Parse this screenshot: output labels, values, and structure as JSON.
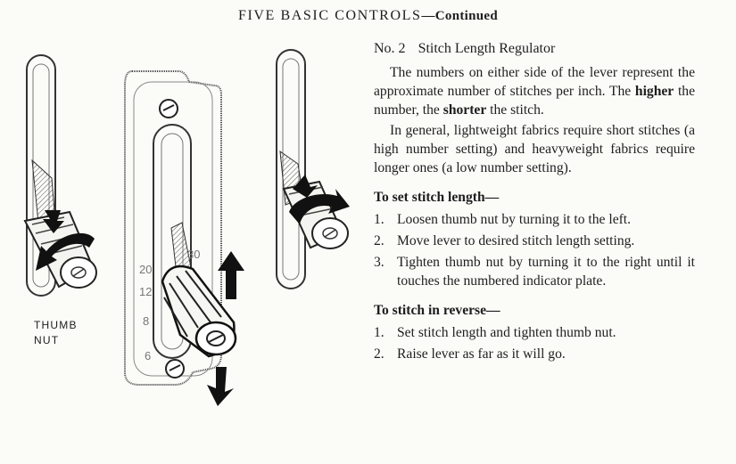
{
  "header": {
    "title": "FIVE BASIC CONTROLS",
    "continued": "—Continued"
  },
  "illustration": {
    "thumb_label_line1": "THUMB",
    "thumb_label_line2": "NUT",
    "scale_numbers": [
      "20",
      "12",
      "8",
      "6",
      "30"
    ]
  },
  "section": {
    "number": "No. 2",
    "title": "Stitch Length Regulator",
    "para1": {
      "part1": "The numbers on either side of the lever represent the approximate number of stitches per inch. The ",
      "bold1": "higher",
      "part2": " the number, the ",
      "bold2": "shorter",
      "part3": " the stitch."
    },
    "para2": "In general, lightweight fabrics require short stitches (a high number setting) and heavyweight fabrics require longer ones (a low number setting)."
  },
  "set_length": {
    "heading": "To set stitch length—",
    "steps": [
      {
        "n": "1.",
        "text": "Loosen thumb nut by turning it to the left."
      },
      {
        "n": "2.",
        "text": "Move lever to desired stitch length setting."
      },
      {
        "n": "3.",
        "text": "Tighten thumb nut by turning it to the right until it touches the numbered indicator plate."
      }
    ]
  },
  "reverse": {
    "heading": "To stitch in reverse—",
    "steps": [
      {
        "n": "1.",
        "text": "Set stitch length and tighten thumb nut."
      },
      {
        "n": "2.",
        "text": "Raise lever as far as it will go."
      }
    ]
  }
}
